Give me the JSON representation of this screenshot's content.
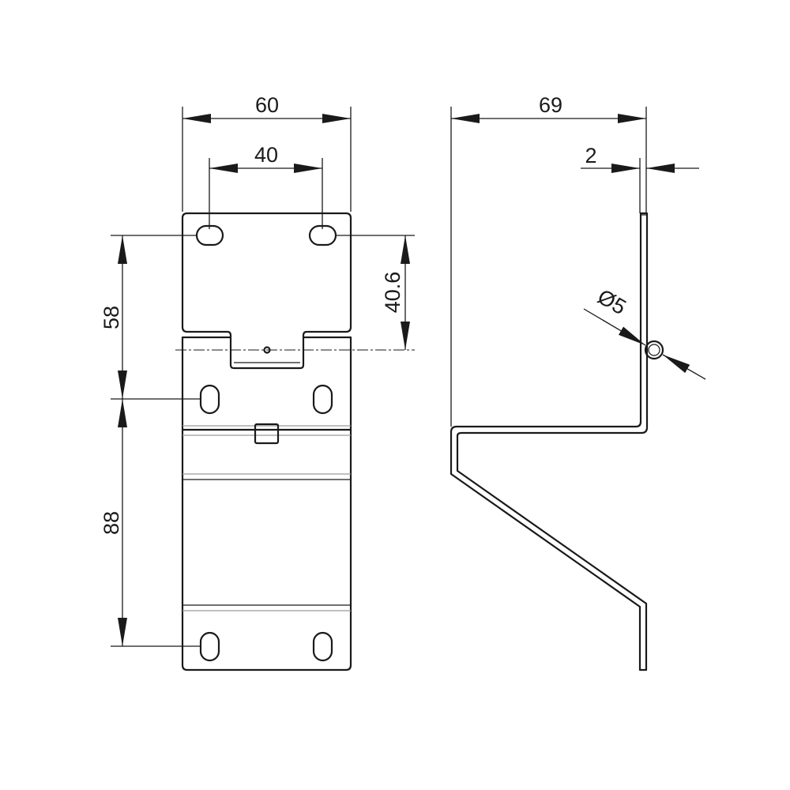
{
  "dimensions": {
    "width_total": "60",
    "hole_spacing_top": "40",
    "vertical_upper": "58",
    "vertical_lower": "88",
    "top_holes_to_center": "40.6",
    "side_depth": "69",
    "thickness": "2",
    "hole_diameter": "Ø5"
  }
}
